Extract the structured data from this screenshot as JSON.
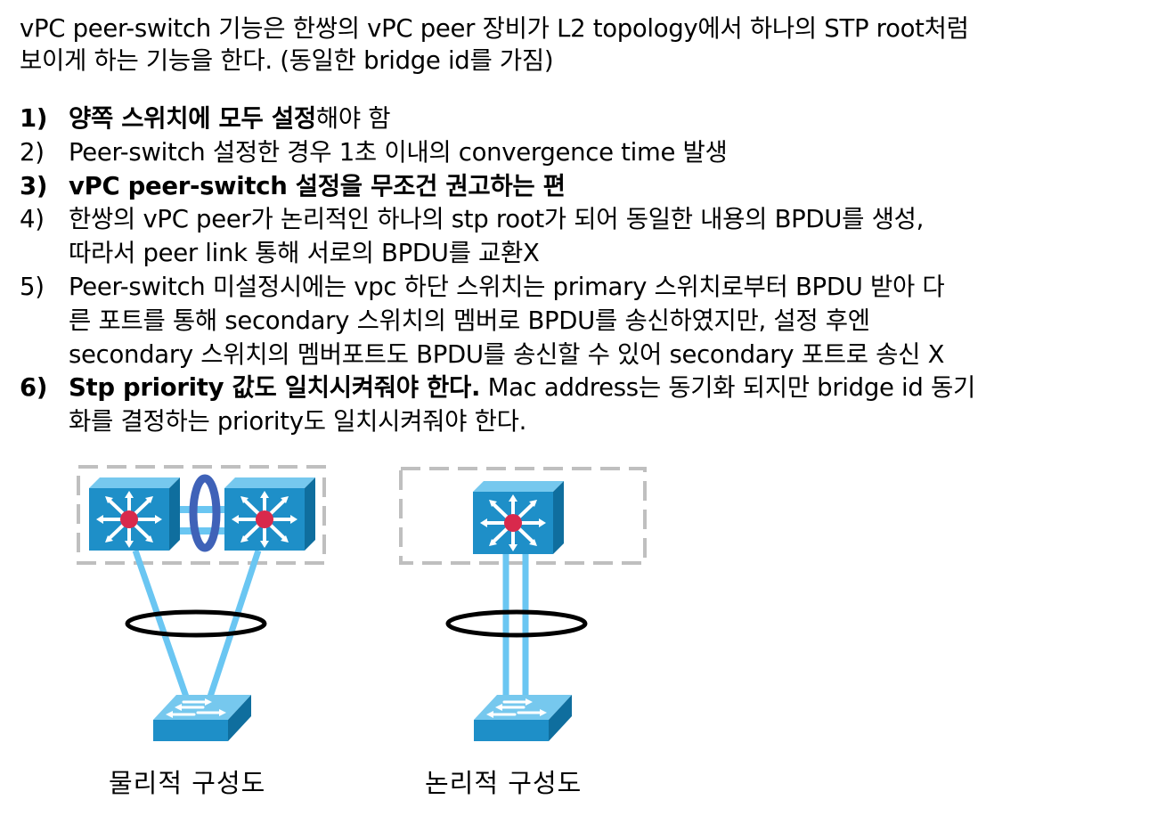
{
  "intro": {
    "line1": "vPC peer-switch 기능은 한쌍의 vPC peer 장비가 L2 topology에서 하나의 STP root처럼",
    "line2": "보이게 하는 기능을 한다. (동일한 bridge id를 가짐)"
  },
  "items": [
    {
      "num": "1)",
      "bold_text": "양쪽 스위치에 모두 설정",
      "text": "해야 함",
      "num_bold": true
    },
    {
      "num": "2)",
      "text": "Peer-switch 설정한 경우 1초 이내의 convergence time 발생"
    },
    {
      "num": "3)",
      "bold_text": "vPC peer-switch 설정을 무조건 권고하는 편",
      "num_bold": true
    },
    {
      "num": "4)",
      "line1": "한쌍의 vPC peer가 논리적인 하나의 stp root가 되어 동일한 내용의 BPDU를 생성,",
      "line2": "따라서 peer link 통해 서로의 BPDU를 교환X"
    },
    {
      "num": "5)",
      "line1": "Peer-switch 미설정시에는 vpc 하단 스위치는 primary 스위치로부터 BPDU 받아 다",
      "line2": "른 포트를 통해 secondary 스위치의 멤버로 BPDU를 송신하였지만, 설정 후엔",
      "line3": "secondary 스위치의 멤버포트도 BPDU를 송신할 수 있어 secondary 포트로 송신 X"
    },
    {
      "num": "6)",
      "bold_text": "Stp priority 값도 일치시켜줘야 한다.",
      "text": " Mac address는 동기화 되지만 bridge id 동기",
      "line2": "화를 결정하는 priority도 일치시켜줘야 한다.",
      "num_bold": true
    }
  ],
  "diagrams": {
    "physical_caption": "물리적 구성도",
    "logical_caption": "논리적 구성도"
  },
  "colors": {
    "switch_blue": "#1e8fc8",
    "link_blue": "#6ac6f2",
    "peer_link_ring": "#3f62b8",
    "center_red": "#d8294c",
    "dashed_box": "#bfbfbf"
  }
}
